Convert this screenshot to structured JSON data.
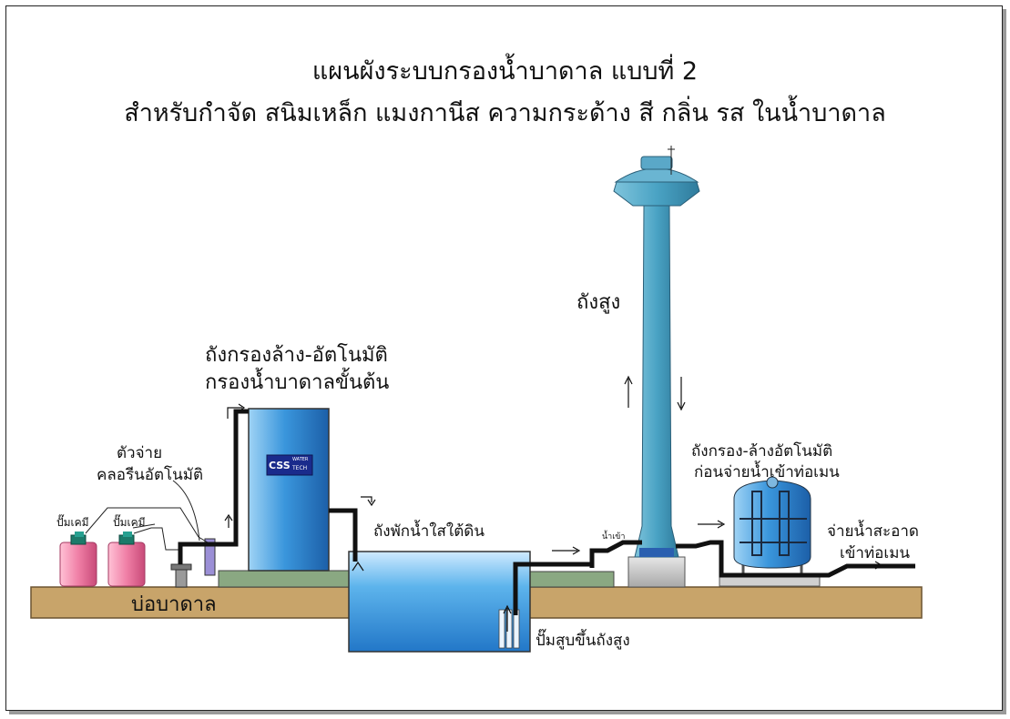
{
  "title": {
    "line1": "แผนผังระบบกรองน้ำบาดาล แบบที่ 2",
    "line2": "สำหรับกำจัด สนิมเหล็ก แมงกานีส ความกระด้าง สี กลิ่น รส ในน้ำบาดาล"
  },
  "labels": {
    "high_tank": "ถังสูง",
    "primary_filter_line1": "ถังกรองล้าง-อัตโนมัติ",
    "primary_filter_line2": "กรองน้ำบาดาลขั้นต้น",
    "chlorine_line1": "ตัวจ่าย",
    "chlorine_line2": "คลอรีนอัตโนมัติ",
    "chem_pump_1": "ปั๊มเคมี",
    "chem_pump_2": "ปั๊มเคมี",
    "underground_tank": "ถังพักน้ำใสใต้ดิน",
    "well": "บ่อบาดาล",
    "lift_pump": "ปั๊มสูบขึ้นถังสูง",
    "water_inlet": "น้ำเข้า",
    "final_filter_line1": "ถังกรอง-ล้างอัตโนมัติ",
    "final_filter_line2": "ก่อนจ่ายน้ำเข้าท่อเมน",
    "clean_water_line1": "จ่ายน้ำสะอาด",
    "clean_water_line2": "เข้าท่อเมน",
    "brand_line1": "CSS",
    "brand_line2": "WATER",
    "brand_line3": "TECH"
  },
  "colors": {
    "ground": "#c8a46a",
    "tank_blue": "#2f8ed8",
    "tower_blue": "#4ea6c6",
    "chem_tank": "#f07fa6",
    "pipe": "#111111",
    "green_base": "#8aa882"
  }
}
